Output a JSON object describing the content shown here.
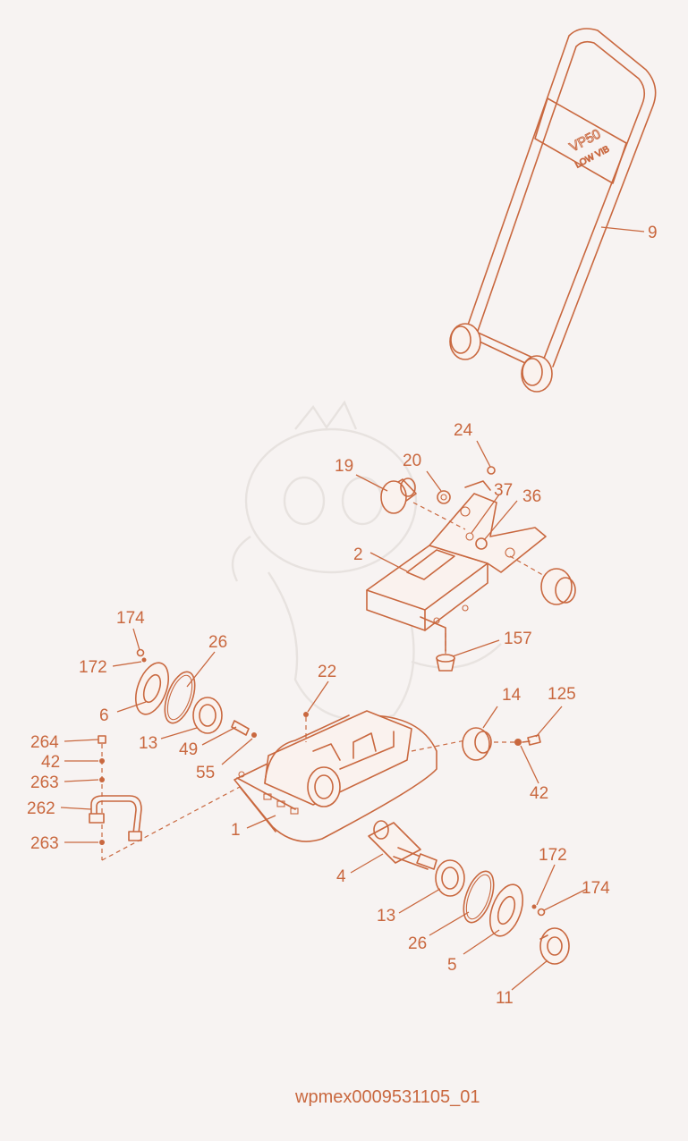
{
  "diagram": {
    "drawing_number": "wpmex0009531105_01",
    "handle_decal_line1": "VP50",
    "handle_decal_line2": "LOW VIB"
  },
  "callouts": [
    {
      "id": "9",
      "label": "9"
    },
    {
      "id": "24",
      "label": "24"
    },
    {
      "id": "20",
      "label": "20"
    },
    {
      "id": "19",
      "label": "19"
    },
    {
      "id": "37",
      "label": "37"
    },
    {
      "id": "36",
      "label": "36"
    },
    {
      "id": "2",
      "label": "2"
    },
    {
      "id": "157",
      "label": "157"
    },
    {
      "id": "174a",
      "label": "174"
    },
    {
      "id": "26a",
      "label": "26"
    },
    {
      "id": "172a",
      "label": "172"
    },
    {
      "id": "6",
      "label": "6"
    },
    {
      "id": "22",
      "label": "22"
    },
    {
      "id": "14",
      "label": "14"
    },
    {
      "id": "125",
      "label": "125"
    },
    {
      "id": "264",
      "label": "264"
    },
    {
      "id": "13a",
      "label": "13"
    },
    {
      "id": "49",
      "label": "49"
    },
    {
      "id": "42a",
      "label": "42"
    },
    {
      "id": "263a",
      "label": "263"
    },
    {
      "id": "55",
      "label": "55"
    },
    {
      "id": "42b",
      "label": "42"
    },
    {
      "id": "262",
      "label": "262"
    },
    {
      "id": "1",
      "label": "1"
    },
    {
      "id": "263b",
      "label": "263"
    },
    {
      "id": "4",
      "label": "4"
    },
    {
      "id": "172b",
      "label": "172"
    },
    {
      "id": "174b",
      "label": "174"
    },
    {
      "id": "13b",
      "label": "13"
    },
    {
      "id": "26b",
      "label": "26"
    },
    {
      "id": "5",
      "label": "5"
    },
    {
      "id": "11",
      "label": "11"
    }
  ]
}
